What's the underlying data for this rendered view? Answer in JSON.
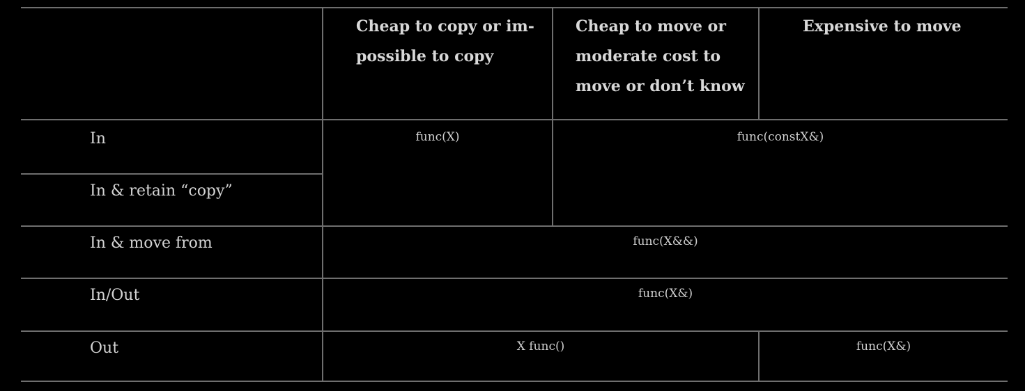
{
  "headers": {
    "col1_line1": "Cheap to copy or im-",
    "col1_line2": "possible to copy",
    "col2_line1": "Cheap to move or",
    "col2_line2": "moderate cost to",
    "col2_line3": "move or don’t know",
    "col3_line1": "Expensive to move"
  },
  "rows": {
    "in": "In",
    "in_retain": "In & retain “copy”",
    "in_move": "In & move from",
    "in_out": "In/Out",
    "out": "Out"
  },
  "cells": {
    "in_cheap": "func(X)",
    "in_other": "func(constX&)",
    "in_move_all": "func(X&&)",
    "in_out_all": "func(X&)",
    "out_cheap_moderate": "X func()",
    "out_expensive": "func(X&)"
  },
  "colors": {
    "background": "#000000",
    "grid": "#6e6e6e",
    "text": "#d2d2d2"
  }
}
